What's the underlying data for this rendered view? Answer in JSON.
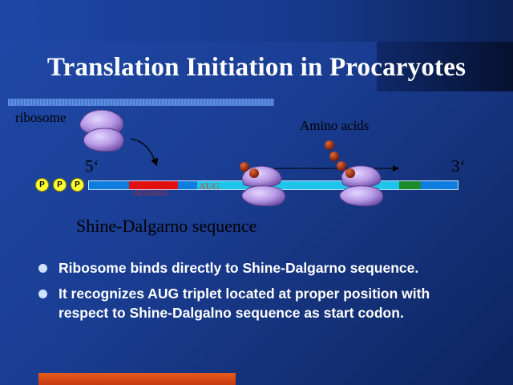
{
  "title": "Translation Initiation in Procaryotes",
  "labels": {
    "ribosome": "ribosome",
    "amino_acids": "Amino acids",
    "five_prime": "5‘",
    "three_prime": "3‘",
    "sd_seq": "AGGAGG",
    "start_codon": "AUG",
    "sd_caption": "Shine-Dalgarno sequence"
  },
  "phosphates": [
    "P",
    "P",
    "P"
  ],
  "bullets": [
    "Ribosome binds directly to Shine-Dalgarno sequence.",
    "It recognizes AUG triplet located at proper position with respect to Shine-Dalgalno sequence as start codon."
  ],
  "colors": {
    "background": "#1f49a8",
    "mrna": "#0d7ee0",
    "coding_region": "#1fc4ea",
    "shine_dalgarno": "#e31010",
    "stop_region": "#1a8a2a",
    "ribosome": "#b89ae6",
    "amino_acid": "#b02a10",
    "phosphate": "#ffff33"
  }
}
